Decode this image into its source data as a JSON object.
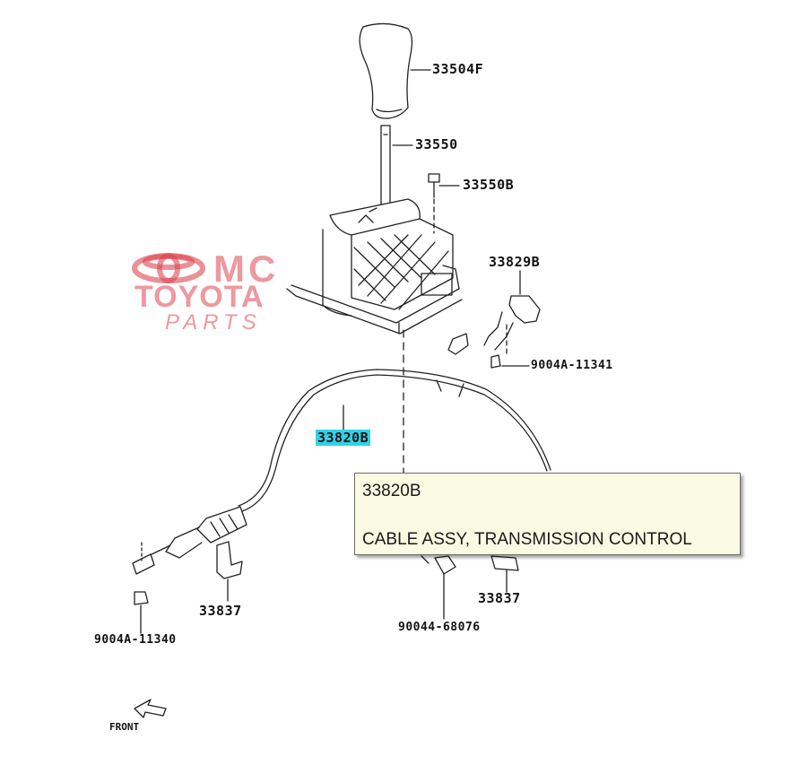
{
  "watermark": {
    "brand_top": "MC",
    "brand_main": "TOYOTA",
    "brand_sub": "PARTS",
    "color": "#dc4650"
  },
  "parts": {
    "knob": "33504F",
    "lever": "33550",
    "screw": "33550B",
    "bracket": "33829B",
    "clip_right_upper": "9004A-11341",
    "cable": "33820B",
    "retainer_left": "33837",
    "retainer_right": "33837",
    "clip_left": "9004A-11340",
    "clip_center": "90044-68076"
  },
  "front_label": "FRONT",
  "tooltip": {
    "code": "33820B",
    "description": "CABLE ASSY, TRANSMISSION CONTROL"
  },
  "colors": {
    "highlight": "#2fd3e6",
    "tooltip_bg": "#fbfbe4",
    "line": "#222222"
  }
}
